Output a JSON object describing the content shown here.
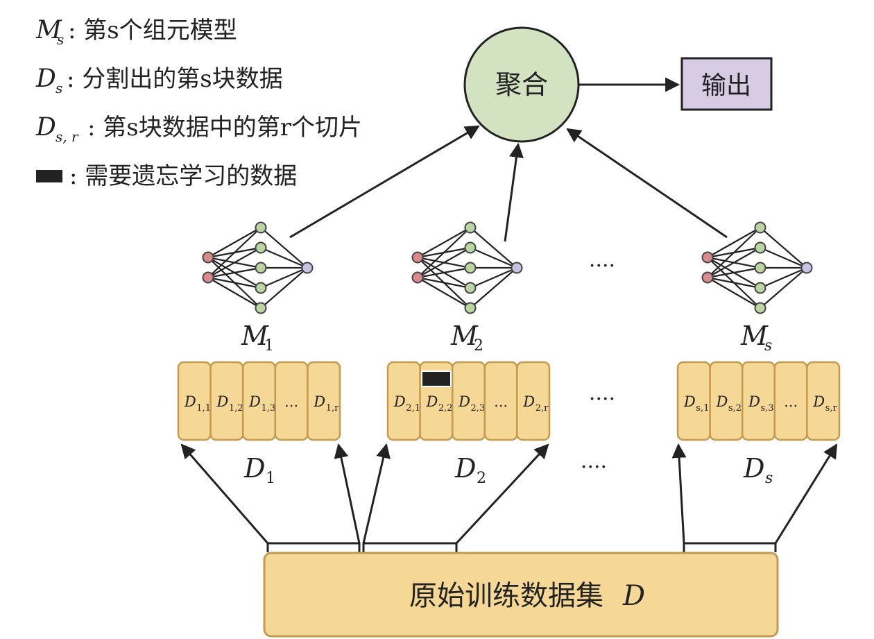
{
  "legend": {
    "model": {
      "sym": "M",
      "sub": "s",
      "text": ": 第s个组元模型"
    },
    "block": {
      "sym": "D",
      "sub": "s",
      "text": ": 分割出的第s块数据"
    },
    "slice": {
      "sym": "D",
      "sub": "s, r",
      "text": ": 第s块数据中的第r个切片"
    },
    "forget": {
      "text": ": 需要遗忘学习的数据"
    }
  },
  "aggregate": {
    "label": "聚合"
  },
  "output": {
    "label": "输出"
  },
  "models": [
    {
      "sym": "M",
      "sub": "1"
    },
    {
      "sym": "M",
      "sub": "2"
    },
    {
      "sym": "M",
      "sub": "s"
    }
  ],
  "blocks": [
    {
      "sym": "D",
      "sub": "1",
      "slices": [
        {
          "sym": "D",
          "sub": "1,1"
        },
        {
          "sym": "D",
          "sub": "1,2"
        },
        {
          "sym": "D",
          "sub": "1,3"
        },
        {
          "sym": "",
          "sub": "",
          "text": "…"
        },
        {
          "sym": "D",
          "sub": "1,r"
        }
      ]
    },
    {
      "sym": "D",
      "sub": "2",
      "slices": [
        {
          "sym": "D",
          "sub": "2,1"
        },
        {
          "sym": "D",
          "sub": "2,2"
        },
        {
          "sym": "D",
          "sub": "2,3"
        },
        {
          "sym": "",
          "sub": "",
          "text": "…"
        },
        {
          "sym": "D",
          "sub": "2,r"
        }
      ]
    },
    {
      "sym": "D",
      "sub": "s",
      "slices": [
        {
          "sym": "D",
          "sub": "s,1"
        },
        {
          "sym": "D",
          "sub": "s,2"
        },
        {
          "sym": "D",
          "sub": "s,3"
        },
        {
          "sym": "",
          "sub": "",
          "text": "…"
        },
        {
          "sym": "D",
          "sub": "s,r"
        }
      ]
    }
  ],
  "ellipsis": "····",
  "dataset": {
    "label": "原始训练数据集",
    "sym": "D"
  },
  "colors": {
    "aggregate_fill": "#d3e2c0",
    "aggregate_stroke": "#222222",
    "output_fill": "#d7cce3",
    "data_fill": "#f5d796",
    "data_stroke": "#c49a4e",
    "input_node": "#d98a8a",
    "hidden_node": "#b9d6a3",
    "output_node": "#c9c3e3",
    "forget_mark": "#222222"
  }
}
